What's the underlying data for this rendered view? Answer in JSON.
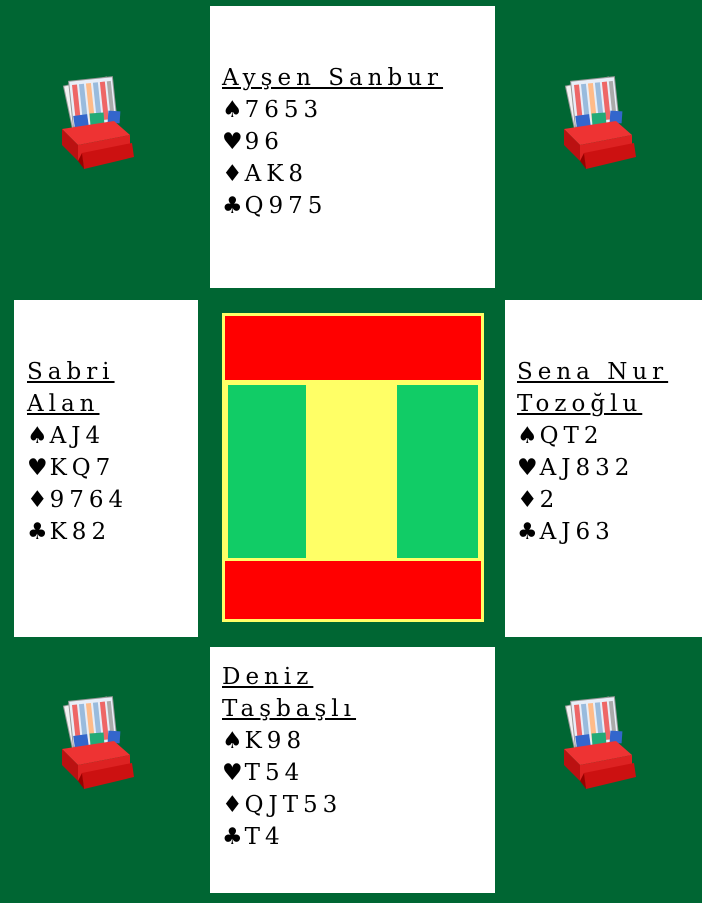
{
  "north": {
    "name": "Ayşen Sanbur",
    "spades": "7653",
    "hearts": "96",
    "diamonds": "AK8",
    "clubs": "Q975"
  },
  "west": {
    "name_line1": "Sabri",
    "name_line2": "Alan",
    "spades": "AJ4",
    "hearts": "KQ7",
    "diamonds": "9764",
    "clubs": "K82"
  },
  "east": {
    "name_line1": "Sena Nur",
    "name_line2": "Tozoğlu",
    "spades": "QT2",
    "hearts": "AJ832",
    "diamonds": "2",
    "clubs": "AJ63"
  },
  "south": {
    "name_line1": "Deniz",
    "name_line2": "Taşbaşlı",
    "spades": "K98",
    "hearts": "T54",
    "diamonds": "QJT53",
    "clubs": "T4"
  },
  "suits": {
    "spade": "♠",
    "heart": "♥",
    "diamond": "♦",
    "club": "♣"
  },
  "vulnerability": {
    "north_south": "red",
    "east_west": "green"
  },
  "colors": {
    "table": "#006633",
    "vulnerable": "#ff0000",
    "not_vulnerable": "#11cc66",
    "board_center": "#ffff66"
  },
  "icons": {
    "corners": "bidding-box-icon"
  }
}
